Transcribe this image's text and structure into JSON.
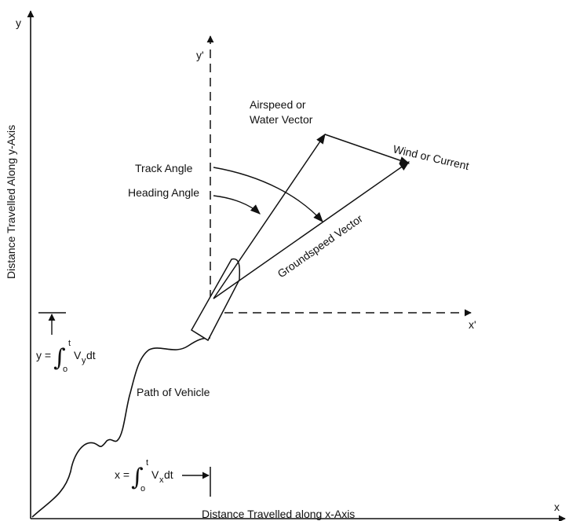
{
  "axes": {
    "x_symbol": "x",
    "y_symbol": "y",
    "xp_symbol": "x'",
    "yp_symbol": "y'",
    "x_label": "Distance Travelled along x-Axis",
    "y_label": "Distance Travelled Along y-Axis"
  },
  "labels": {
    "airspeed_line1": "Airspeed or",
    "airspeed_line2": "Water  Vector",
    "wind": "Wind or Current",
    "groundspeed": "Groundspeed Vector",
    "track_angle": "Track Angle",
    "heading_angle": "Heading Angle",
    "path": "Path of Vehicle"
  },
  "formulas": {
    "y_lhs": "y = ",
    "y_upper": "t",
    "y_lower": "o",
    "y_var": "V",
    "y_sub": "y",
    "y_dt": " dt",
    "x_lhs": "x = ",
    "x_upper": "t",
    "x_lower": "o",
    "x_var": "V",
    "x_sub": "x",
    "x_dt": " dt"
  }
}
